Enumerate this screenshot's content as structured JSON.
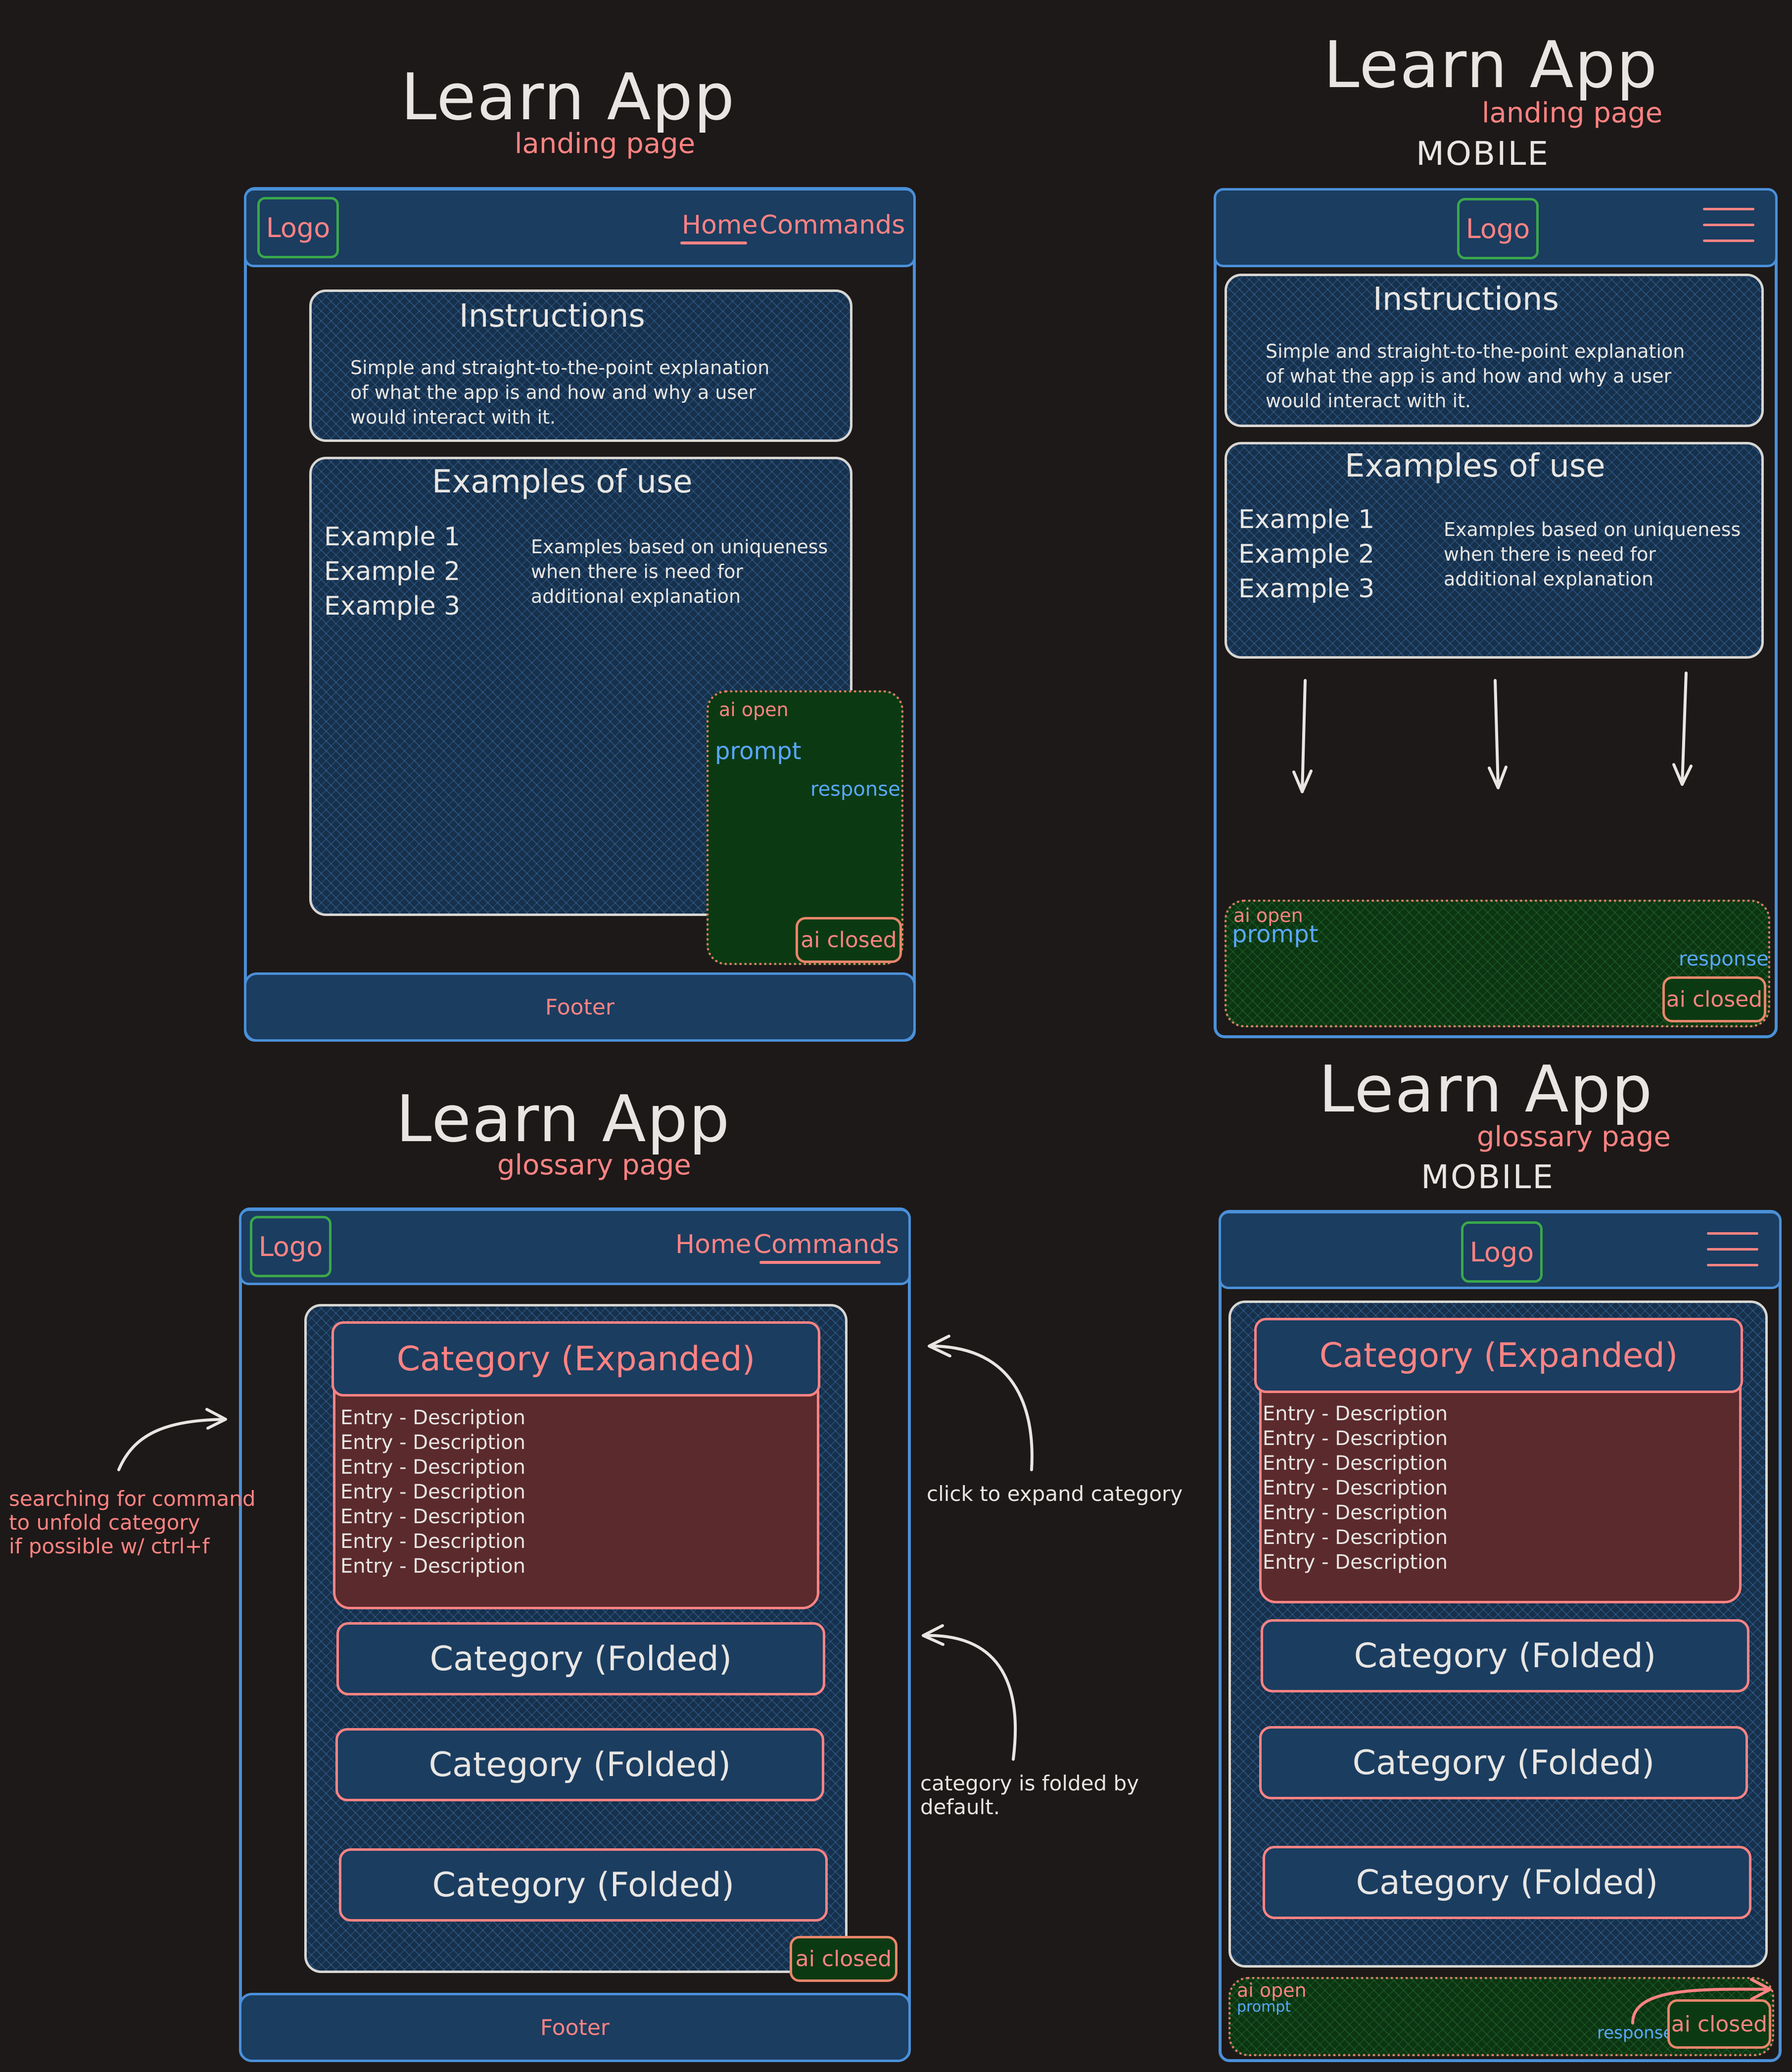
{
  "panels": {
    "landing_desktop": {
      "title": "Learn App",
      "subtitle": "landing page",
      "logo": "Logo",
      "nav": [
        "Home",
        "Commands"
      ],
      "instructions": {
        "heading": "Instructions",
        "text": "Simple and straight-to-the-point explanation\nof what the app is and how and why a user\nwould interact with it."
      },
      "examples": {
        "heading": "Examples of use",
        "items": [
          "Example 1",
          "Example 2",
          "Example 3"
        ],
        "text": "Examples based on uniqueness\nwhen there is need for\nadditional explanation"
      },
      "ai": {
        "open": "ai open",
        "prompt": "prompt",
        "response": "response",
        "closed": "ai closed"
      },
      "footer": "Footer"
    },
    "landing_mobile": {
      "title": "Learn App",
      "subtitle": "landing page",
      "device": "MOBILE",
      "logo": "Logo",
      "instructions": {
        "heading": "Instructions",
        "text": "Simple and straight-to-the-point explanation\nof what the app is and how and why a user\nwould interact with it."
      },
      "examples": {
        "heading": "Examples of use",
        "items": [
          "Example 1",
          "Example 2",
          "Example 3"
        ],
        "text": "Examples based on uniqueness\nwhen there is need for\nadditional explanation"
      },
      "ai": {
        "open": "ai open",
        "prompt": "prompt",
        "response": "response",
        "closed": "ai closed"
      }
    },
    "glossary_desktop": {
      "title": "Learn App",
      "subtitle": "glossary page",
      "logo": "Logo",
      "nav": [
        "Home",
        "Commands"
      ],
      "expanded": "Category (Expanded)",
      "entries": "Entry - Description\nEntry - Description\nEntry - Description\nEntry - Description\nEntry - Description\nEntry - Description\nEntry - Description",
      "folded": [
        "Category (Folded)",
        "Category (Folded)",
        "Category (Folded)"
      ],
      "ai_closed": "ai closed",
      "footer": "Footer"
    },
    "glossary_mobile": {
      "title": "Learn App",
      "subtitle": "glossary page",
      "device": "MOBILE",
      "logo": "Logo",
      "expanded": "Category (Expanded)",
      "entries": "Entry - Description\nEntry - Description\nEntry - Description\nEntry - Description\nEntry - Description\nEntry - Description\nEntry - Description",
      "folded": [
        "Category (Folded)",
        "Category (Folded)",
        "Category (Folded)"
      ],
      "ai": {
        "open": "ai open",
        "prompt": "prompt",
        "response": "response",
        "closed": "ai closed"
      }
    }
  },
  "annotations": {
    "search": "searching for command\nto unfold category\nif possible w/ ctrl+f",
    "expand": "click to expand category",
    "folded": "category is folded by\ndefault."
  }
}
